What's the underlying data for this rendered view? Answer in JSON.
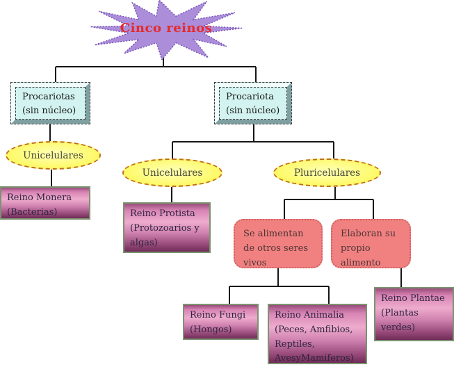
{
  "diagram": {
    "title": "Cinco reinos",
    "level1": [
      {
        "id": "procariotas-left",
        "line1": "Procariotas",
        "line2": "(sin núcleo)"
      },
      {
        "id": "procariota-right",
        "line1": "Procariota",
        "line2": "(sin núcleo)"
      }
    ],
    "ovals": [
      {
        "id": "unicelulares-left",
        "label": "Unicelulares"
      },
      {
        "id": "unicelulares-middle",
        "label": "Unicelulares"
      },
      {
        "id": "pluricelulares",
        "label": "Pluricelulares"
      }
    ],
    "criteria": [
      {
        "id": "se-alimentan",
        "label": "Se alimentan de otros seres vivos"
      },
      {
        "id": "elaboran",
        "label": "Elaboran su propio alimento"
      }
    ],
    "kingdoms": [
      {
        "id": "monera",
        "label": "Reino Monera (Bacterias)"
      },
      {
        "id": "protista",
        "label": "Reino Protista (Protozoarios y algas)"
      },
      {
        "id": "fungi",
        "label": "Reino Fungi (Hongos)"
      },
      {
        "id": "animalia",
        "label": "Reino Animalia (Peces, Amfibios, Reptiles, AvesyMamiferos)"
      },
      {
        "id": "plantae",
        "label": "Reino Plantae (Plantas verdes)"
      }
    ]
  },
  "colors": {
    "star-fill": "#ab8dda",
    "star-border": "#7a58b8",
    "title-red": "#e62a2a",
    "cyan-fill": "#d2f3ef",
    "ellipse-fill": "#fdf960",
    "ellipse-border": "#c06a28",
    "salmon-fill": "#f18181",
    "salmon-border": "#cf5f5f",
    "magenta-top": "#9a4c7c",
    "magenta-light": "#eeaccd",
    "magenta-bottom": "#6f2c57",
    "magenta-border": "#7b9370",
    "line-color": "#151515"
  }
}
